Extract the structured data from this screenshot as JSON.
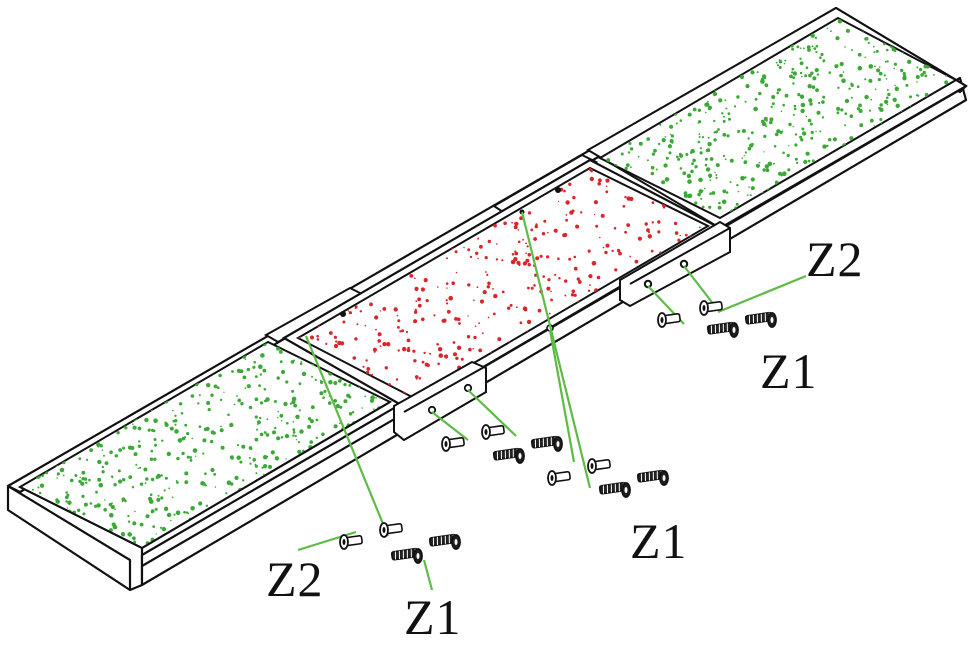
{
  "colors": {
    "outline": "#111111",
    "green_panel": "#3aaa35",
    "red_panel": "#d9252b",
    "leader": "#5dbb46"
  },
  "labels": {
    "z2_right": "Z2",
    "z1_right": "Z1",
    "z1_center": "Z1",
    "z2_left": "Z2",
    "z1_left": "Z1"
  }
}
